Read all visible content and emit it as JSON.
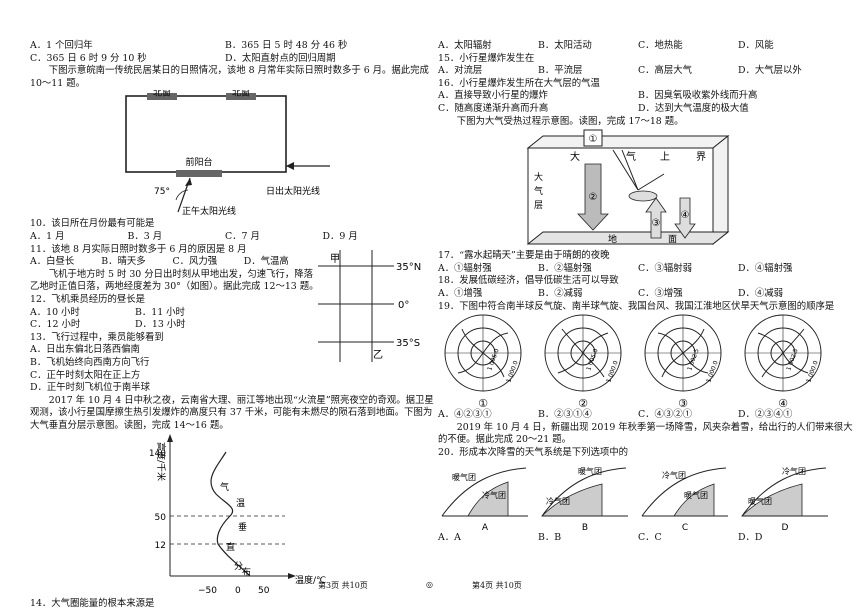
{
  "left": {
    "q9_opts": [
      "A．1 个回归年",
      "B．365 日 5 时 48 分 46 秒",
      "C．365 日 6 时 9 分 10 秒",
      "D．太阳直射点的回归周期"
    ],
    "intro_10_11": [
      "下图示意皖南一传统民居某日的日照情况，该地 8 月常年实际日照时数多于 6 月。据此完成",
      "10～11 题。"
    ],
    "fig1": {
      "north1": "北窗",
      "north2": "北窗",
      "balcony": "前阳台",
      "angle": "75°",
      "sunrise": "日出太阳光线",
      "noon": "正午太阳光线"
    },
    "q10": "10．该日所在月份最有可能是",
    "q10_opts": [
      "A．1 月",
      "B．3 月",
      "C．7 月",
      "D．9 月"
    ],
    "q11": "11．该地 8 月实际日照时数多于 6 月的原因是 8 月",
    "q11_opts": [
      "A．白昼长",
      "B．晴天多",
      "C．风力强",
      "D．气温高"
    ],
    "intro_12_13": [
      "飞机于地方时 5 时 30 分日出时刻从甲地出发，匀速飞行，降落",
      "乙地时正值日落，两地经度差为 30°（如图）。据此完成 12～13 题。"
    ],
    "fig2": {
      "jia": "甲",
      "yi": "乙",
      "lat1": "35°N",
      "lat2": "0°",
      "lat3": "35°S"
    },
    "q12": "12．飞机乘员经历的昼长是",
    "q12_opts": [
      "A．10 小时",
      "B．11 小时",
      "C．12 小时",
      "D．13 小时"
    ],
    "q13": "13．飞行过程中，乘员能够看到",
    "q13_opts": [
      "A．日出东偏北日落西偏南",
      "B．飞机始终向西南方向飞行",
      "C．正午时刻太阳在正上方",
      "D．正午时刻飞机位于南半球"
    ],
    "intro_14_16": [
      "2017 年 10 月 4 日中秋之夜，云南省大理、丽江等地出现“火流星”照亮夜空的奇观。据卫星",
      "观测，该小行星国摩擦生热引发爆炸的高度只有 37 千米，可能有未燃尽的陨石落到地面。下图为",
      "大气垂直分层示意图。读图，完成 14～16 题。"
    ],
    "fig3": {
      "ylabel": "高度/千米",
      "xlabel": "温度/℃",
      "y140": "140",
      "y50": "50",
      "y12": "12",
      "xm50": "−50",
      "x0": "0",
      "x50": "50",
      "w1": "气",
      "w2": "温",
      "w3": "垂",
      "w4": "直",
      "w5": "分",
      "w6": "布"
    },
    "q14": "14．大气圈能量的根本来源是"
  },
  "right": {
    "q14_opts": [
      "A．太阳辐射",
      "B．太阳活动",
      "C．地热能",
      "D．风能"
    ],
    "q15": "15．小行星爆炸发生在",
    "q15_opts": [
      "A．对流层",
      "B．平流层",
      "C．高层大气",
      "D．大气层以外"
    ],
    "q16": "16．小行星爆炸发生所在大气层的气温",
    "q16_opts": [
      "A．直接导致小行星的爆炸",
      "B．因臭氧吸收紫外线而升高",
      "C．随高度递渐升高而升高",
      "D．达到大气温度的极大值"
    ],
    "intro_17_18": "下图为大气受热过程示意图。读图，完成 17～18 题。",
    "fig4": {
      "n1": "①",
      "n2": "②",
      "n3": "③",
      "n4": "④",
      "top1": "大",
      "top2": "气",
      "top3": "上",
      "top4": "界",
      "side1": "大",
      "side2": "气",
      "side3": "层",
      "g1": "地",
      "g2": "面"
    },
    "q17": "17．“露水起晴天”主要是由于晴朗的夜晚",
    "q17_opts": [
      "A．①辐射强",
      "B．②辐射强",
      "C．③辐射弱",
      "D．④辐射强"
    ],
    "q18": "18．发展低碳经济，倡导低碳生活可以导致",
    "q18_opts": [
      "A．①增强",
      "B．②减弱",
      "C．③增强",
      "D．④减弱"
    ],
    "q19": "19．下图中符合南半球反气旋、南半球气旋、我国台风、我国江淮地区伏旱天气示意图的顺序是",
    "fig5": {
      "p1": "1 000.0",
      "p2": "1 002.5",
      "p3": "1 005.0",
      "labels": [
        "①",
        "②",
        "③",
        "④"
      ]
    },
    "q19_opts": [
      "A．④②③①",
      "B．②③①④",
      "C．④③②①",
      "D．②③④①"
    ],
    "intro_20_21": [
      "2019 年 10 月 4 日，新疆出现 2019 年秋季第一场降雪，风夹杂着雪，给出行的人们带来很大",
      "的不便。据此完成 20～21 题。"
    ],
    "q20": "20．形成本次降雪的天气系统是下列选项中的",
    "fig6": {
      "warm": "暖气团",
      "cold": "冷气团",
      "labels": [
        "A",
        "B",
        "C",
        "D"
      ]
    },
    "q20_opts": [
      "A．A",
      "B．B",
      "C．C",
      "D．D"
    ]
  },
  "footer": {
    "left_page": "第3页  共10页",
    "right_page": "第4页  共10页",
    "mark": "◎"
  }
}
